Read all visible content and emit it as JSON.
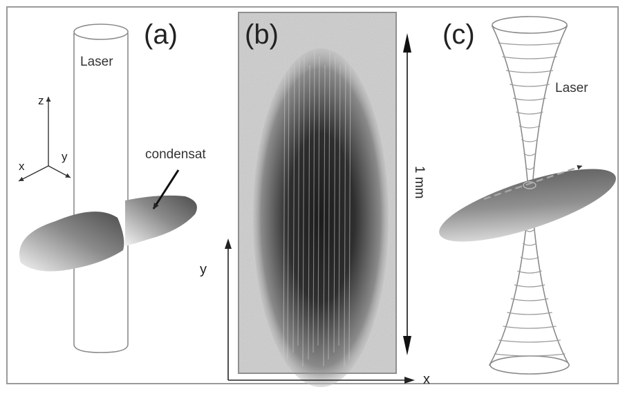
{
  "panels": {
    "a": {
      "label": "(a)",
      "laser_label": "Laser",
      "condensate_label": "condensat",
      "axes": {
        "z": "z",
        "y": "y",
        "x": "x"
      }
    },
    "b": {
      "label": "(b)",
      "scale_label": "1 mm",
      "axes": {
        "x": "x",
        "y": "y"
      }
    },
    "c": {
      "label": "(c)",
      "laser_label": "Laser"
    }
  },
  "colors": {
    "line": "#555555",
    "frame": "#999999",
    "condensate_dark": "#5a5a5a",
    "condensate_light": "#f0f0f0"
  }
}
